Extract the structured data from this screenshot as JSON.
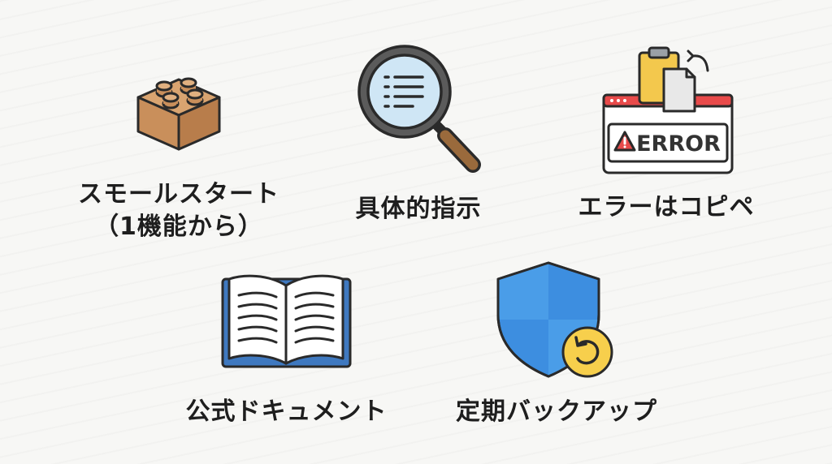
{
  "items": [
    {
      "label_line1": "スモールスタート",
      "label_line2": "（1機能から）",
      "icon": "lego-brick-icon"
    },
    {
      "label_line1": "具体的指示",
      "icon": "magnifier-icon"
    },
    {
      "label_line1": "エラーはコピペ",
      "icon": "error-clipboard-icon",
      "error_text": "ERROR"
    },
    {
      "label_line1": "公式ドキュメント",
      "icon": "open-book-icon"
    },
    {
      "label_line1": "定期バックアップ",
      "icon": "shield-restore-icon"
    }
  ],
  "colors": {
    "brick": "#c98f5b",
    "lens": "#cfe6f5",
    "handle": "#9a6a3c",
    "clipboard": "#f3c84d",
    "error_red": "#e84a4a",
    "book_blue": "#3f79c0",
    "shield_blue": "#3d8ee0",
    "restore_yellow": "#f7cf4c"
  }
}
